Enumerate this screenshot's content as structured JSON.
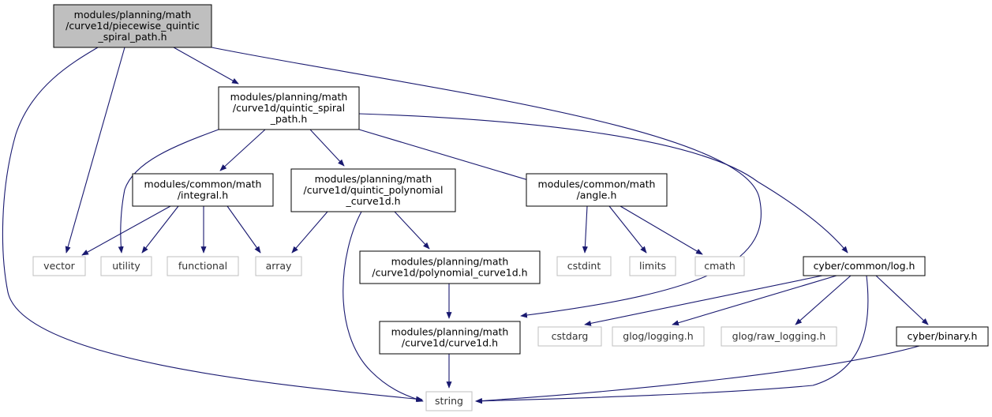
{
  "colors": {
    "edge": "#191970",
    "focus_fill": "#bfbfbf",
    "node_border": "#000000",
    "external_border": "#bfbfbf",
    "background": "#ffffff"
  },
  "nodes": {
    "piecewise_quintic_spiral_path": {
      "lines": [
        "modules/planning/math",
        "/curve1d/piecewise_quintic",
        "_spiral_path.h"
      ]
    },
    "quintic_spiral_path": {
      "lines": [
        "modules/planning/math",
        "/curve1d/quintic_spiral",
        "_path.h"
      ]
    },
    "integral": {
      "lines": [
        "modules/common/math",
        "/integral.h"
      ]
    },
    "quintic_polynomial_curve1d": {
      "lines": [
        "modules/planning/math",
        "/curve1d/quintic_polynomial",
        "_curve1d.h"
      ]
    },
    "angle": {
      "lines": [
        "modules/common/math",
        "/angle.h"
      ]
    },
    "vector": {
      "lines": [
        "vector"
      ]
    },
    "utility": {
      "lines": [
        "utility"
      ]
    },
    "functional": {
      "lines": [
        "functional"
      ]
    },
    "array": {
      "lines": [
        "array"
      ]
    },
    "polynomial_curve1d": {
      "lines": [
        "modules/planning/math",
        "/curve1d/polynomial_curve1d.h"
      ]
    },
    "cstdint": {
      "lines": [
        "cstdint"
      ]
    },
    "limits": {
      "lines": [
        "limits"
      ]
    },
    "cmath": {
      "lines": [
        "cmath"
      ]
    },
    "log": {
      "lines": [
        "cyber/common/log.h"
      ]
    },
    "curve1d": {
      "lines": [
        "modules/planning/math",
        "/curve1d/curve1d.h"
      ]
    },
    "cstdarg": {
      "lines": [
        "cstdarg"
      ]
    },
    "glog_logging": {
      "lines": [
        "glog/logging.h"
      ]
    },
    "glog_raw_logging": {
      "lines": [
        "glog/raw_logging.h"
      ]
    },
    "binary": {
      "lines": [
        "cyber/binary.h"
      ]
    },
    "string": {
      "lines": [
        "string"
      ]
    }
  }
}
